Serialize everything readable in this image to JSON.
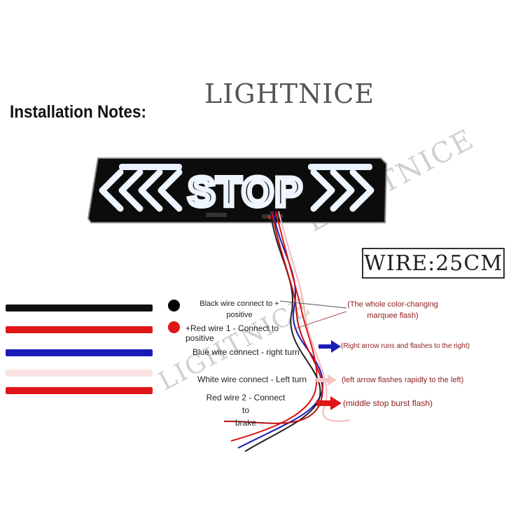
{
  "header": {
    "brand": "LIGHTNICE",
    "title": "Installation Notes:"
  },
  "sign": {
    "text": "STOP",
    "wire_length_label": "WIRE:25CM"
  },
  "watermark": "LIGHTNICE",
  "wires": [
    {
      "color": "#111111",
      "dot": "#000000",
      "label_lines": [
        "Black wire connect to +",
        "positive"
      ],
      "note_lines": [
        "(The whole color-changing",
        "marquee flash)"
      ]
    },
    {
      "color": "#e01515",
      "dot": "#e01515",
      "label_lines": [
        "+Red wire 1 - Connect to positive"
      ],
      "note_lines": []
    },
    {
      "color": "#1b1bb8",
      "dot": null,
      "label_lines": [
        "Blue wire connect - right turn"
      ],
      "note_lines": [
        "(Right arrow runs and flashes to the right)"
      ]
    },
    {
      "color": "#fbe3e3",
      "dot": null,
      "label_lines": [
        "White wire connect - Left turn"
      ],
      "note_lines": [
        "(left arrow flashes rapidly to the left)"
      ]
    },
    {
      "color": "#e01515",
      "dot": null,
      "label_lines": [
        "Red wire 2 - Connect to",
        "brake"
      ],
      "note_lines": [
        "(middle stop burst flash)"
      ]
    }
  ]
}
